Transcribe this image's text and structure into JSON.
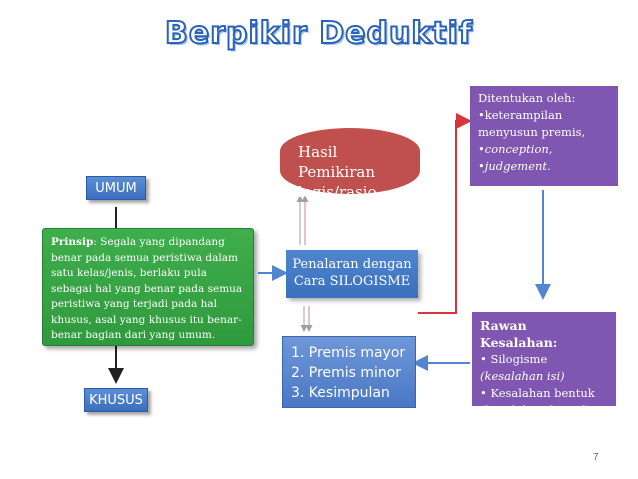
{
  "title": "Berpikir Deduktif",
  "umum": "UMUM",
  "khusus": "KHUSUS",
  "prinsip": {
    "label": "Prinsip",
    "text": ": Segala yang dipandang benar pada semua peristiwa dalam satu kelas/jenis, berlaku pula sebagai hal yang benar pada semua peristiwa yang terjadi pada hal khusus, asal yang khusus itu benar-benar bagian dari yang umum."
  },
  "hasil": "Hasil Pemikiran logis/rasio",
  "penalaran": {
    "line1": "Penalaran dengan",
    "line2": "Cara SILOGISME"
  },
  "premis": [
    "1.  Premis mayor",
    "2.  Premis minor",
    "3.  Kesimpulan"
  ],
  "ditentukan": {
    "heading": "Ditentukan oleh:",
    "items": [
      "•keterampilan menyusun premis,",
      "•conception,",
      "•judgement."
    ]
  },
  "rawan": {
    "heading": "Rawan Kesalahan:",
    "item1": "• Silogisme",
    "item1_note": "(kesalahan isi)",
    "item2": "• Kesalahan bentuk",
    "item2_note": "(kesalahan formal)"
  },
  "page_number": "7"
}
